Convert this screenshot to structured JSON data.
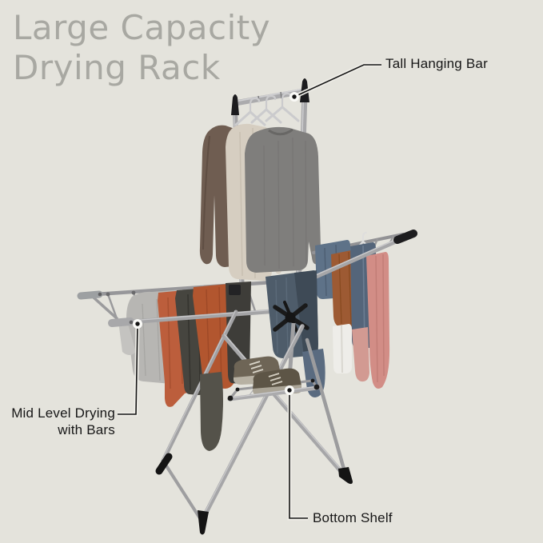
{
  "title": {
    "line1": "Large Capacity",
    "line2": "Drying Rack"
  },
  "callouts": {
    "tall": {
      "label": "Tall Hanging Bar"
    },
    "mid": {
      "line1": "Mid Level Drying",
      "line2": "with Bars"
    },
    "bottom": {
      "label": "Bottom Shelf"
    }
  },
  "palette": {
    "background": "#e4e3dc",
    "title_text": "#a8a8a2",
    "label_text": "#161616",
    "callout_line": "#141414",
    "frame_gray": "#a6a6a8",
    "black_caps": "#1a1a1a",
    "sweater_brown": "#6f5d51",
    "sweater_cream": "#d6cec1",
    "sweater_gray": "#7f7e7c",
    "accent_rust": "#b2562f",
    "accent_orange": "#bc5e3c",
    "charcoal": "#45443e",
    "denim_blue": "#54657a",
    "blush_pink": "#d28d86"
  },
  "scene": {
    "background_color": "#e4e3dc",
    "objects": [
      "tall-hanging-bar",
      "hangers",
      "sweaters",
      "left-drying-wing",
      "right-drying-wing",
      "center-hub",
      "bottom-shelf",
      "sneakers",
      "x-frame-legs"
    ]
  }
}
